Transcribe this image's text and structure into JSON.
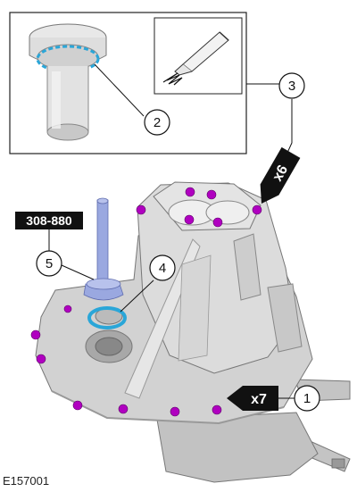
{
  "diagram": {
    "callouts": [
      {
        "id": "callout-1",
        "number": "1"
      },
      {
        "id": "callout-2",
        "number": "2"
      },
      {
        "id": "callout-3",
        "number": "3"
      },
      {
        "id": "callout-4",
        "number": "4"
      },
      {
        "id": "callout-5",
        "number": "5"
      }
    ],
    "arrow_labels": {
      "x6": "x6",
      "x7": "x7"
    },
    "tool_label": "308-880",
    "figure_id": "E157001"
  },
  "colors": {
    "bolt": "#b000c0",
    "seal": "#2aa6d8",
    "tool": "#9aa8e0",
    "casting": "#cfcfcf",
    "label_bg": "#111111"
  }
}
